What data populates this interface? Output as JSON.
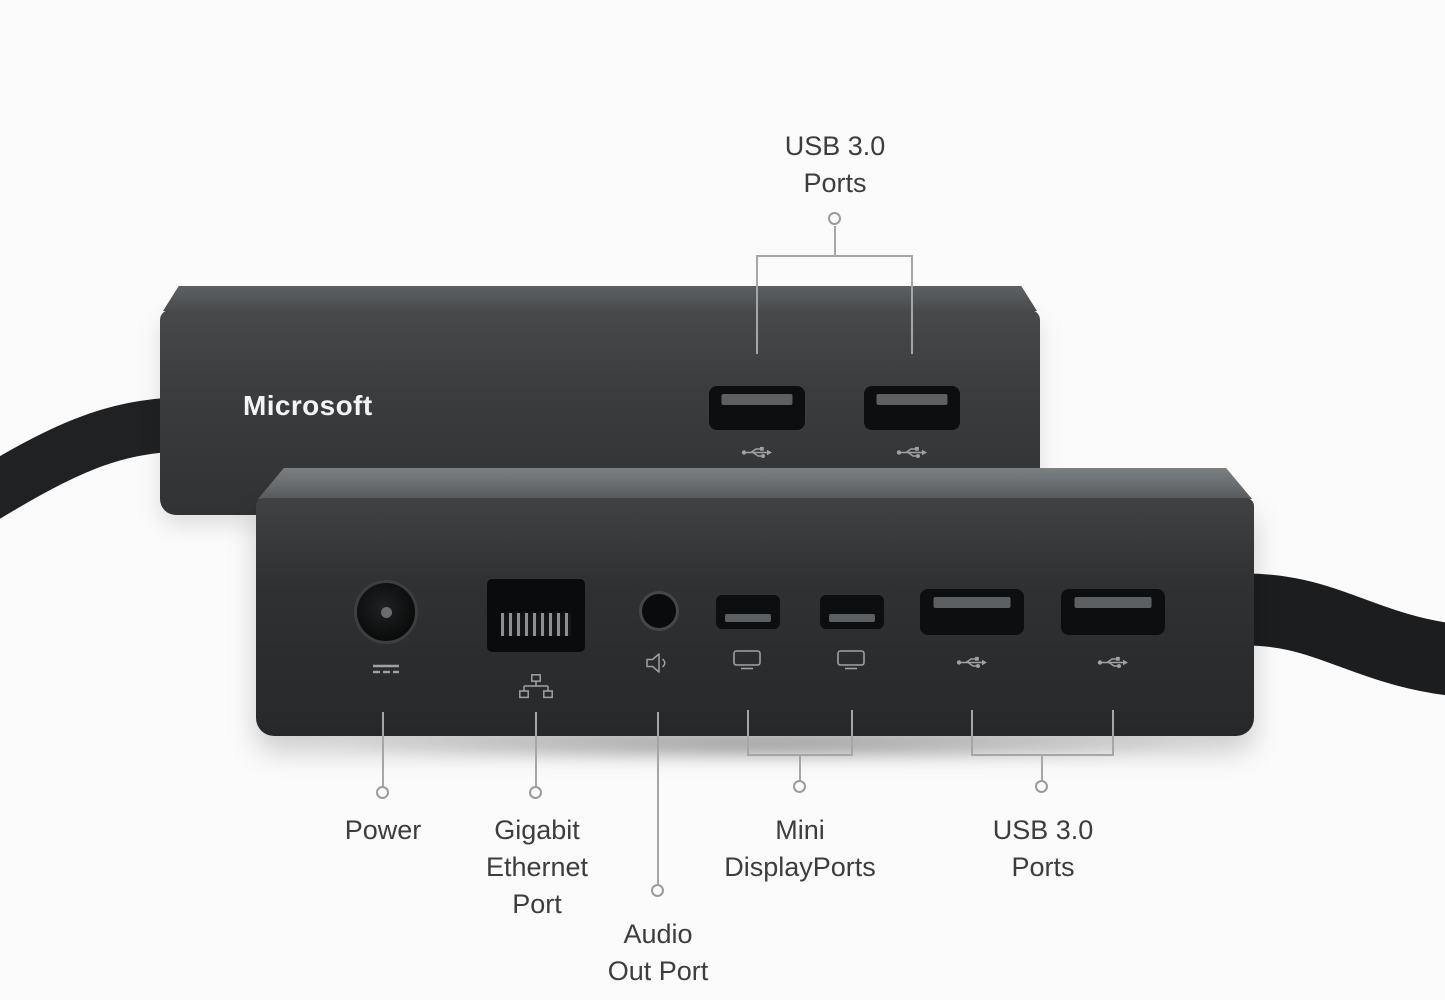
{
  "colors": {
    "bg": "#fbfbfb",
    "dock_front": "#2e3032",
    "dock_back": "#3a3d3f",
    "dock_top_face": "#6b6e71",
    "cable": "#202123",
    "port_opening": "#0d0e0f",
    "port_tab": "#5d6062",
    "icon": "#9fa1a3",
    "callout_line": "#a6a6a6",
    "label_text": "#3d3d3d",
    "brand_text": "#f4f4f4"
  },
  "brand": {
    "logo": "Microsoft"
  },
  "labels": {
    "usb_top": [
      "USB 3.0",
      "Ports"
    ],
    "power": [
      "Power"
    ],
    "ethernet": [
      "Gigabit",
      "Ethernet",
      "Port"
    ],
    "audio": [
      "Audio",
      "Out Port"
    ],
    "mini_dp": [
      "Mini",
      "DisplayPorts"
    ],
    "usb_bottom": [
      "USB 3.0",
      "Ports"
    ]
  },
  "ports": {
    "back_panel": [
      "usb-3.0-port",
      "usb-3.0-port"
    ],
    "front_panel": [
      "power-port",
      "gigabit-ethernet-port",
      "audio-out-port",
      "mini-displayport",
      "mini-displayport",
      "usb-3.0-port",
      "usb-3.0-port"
    ]
  }
}
